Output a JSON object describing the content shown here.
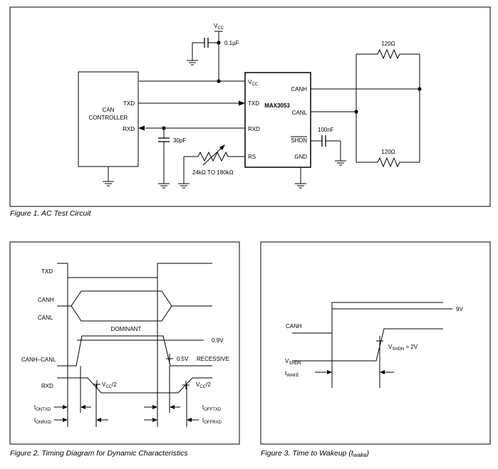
{
  "fig1": {
    "caption": "Figure 1. AC Test Circuit",
    "controller_title": [
      "CAN",
      "CONTROLLER"
    ],
    "controller_txd": "TXD",
    "controller_rxd": "RXD",
    "chip_name": "MAX3053",
    "chip_vcc": "V",
    "chip_vcc_sub": "CC",
    "chip_txd": "TXD",
    "chip_rxd": "RXD",
    "chip_rs": "RS",
    "chip_canh": "CANH",
    "chip_canl": "CANL",
    "chip_shdn": "SHDN",
    "chip_gnd": "GND",
    "vcc_label": "V",
    "vcc_label_sub": "CC",
    "cap_top": "0.1µF",
    "cap_rxd": "30pF",
    "cap_shdn": "100nF",
    "resistor_top": "120Ω",
    "resistor_bottom": "120Ω",
    "pot_label": "24kΩ TO 180kΩ"
  },
  "fig2": {
    "caption": "Figure 2. Timing Diagram for Dynamic Characteristics",
    "sig_txd": "TXD",
    "sig_canh": "CANH",
    "sig_canl": "CANL",
    "sig_diff": "CANH–CANL",
    "sig_rxd": "RXD",
    "dominant": "DOMINANT",
    "level_09": "0.9V",
    "level_05": "0.5V",
    "recessive": "RECESSIVE",
    "vcc_half_a": "V",
    "vcc_half_a_sub": "CC",
    "vcc_half_a_tail": "/2",
    "vcc_half_b": "V",
    "vcc_half_b_sub": "CC",
    "vcc_half_b_tail": "/2",
    "t_ontxd": "t",
    "t_ontxd_sub": "ONTXD",
    "t_onrxd": "t",
    "t_onrxd_sub": "ONRXD",
    "t_offtxd": "t",
    "t_offtxd_sub": "OFFTXD",
    "t_offrxd": "t",
    "t_offrxd_sub": "OFFRXD"
  },
  "fig3": {
    "caption": "Figure 3. Time to Wakeup (t",
    "caption_sub": "wake",
    "caption_tail": ")",
    "sig_canh": "CANH",
    "level_9v": "9V",
    "vshdn": "V",
    "vshdn_sub": "SHDN",
    "vshdn_eq": "V",
    "vshdn_eq_sub": "SHDN",
    "vshdn_eq_tail": " = 2V",
    "twake": "t",
    "twake_sub": "WAKE"
  }
}
